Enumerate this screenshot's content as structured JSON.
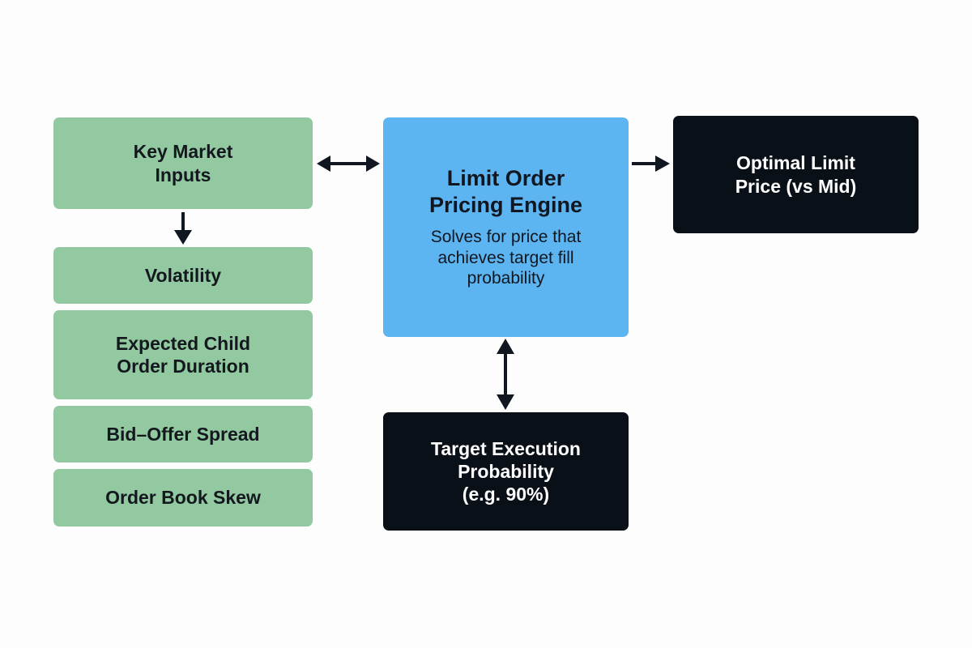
{
  "diagram": {
    "background_color": "#fdfdfd",
    "palette": {
      "input_green": "#93c9a0",
      "engine_blue": "#5cb4f1",
      "dark_navy": "#0a1018",
      "arrow_color": "#101720",
      "dark_text": "#13181f",
      "light_text": "#ffffff"
    },
    "inputs": {
      "header": {
        "label": "Key Market\nInputs",
        "color": "#93c9a0"
      },
      "items": [
        {
          "label": "Volatility",
          "color": "#93c9a0"
        },
        {
          "label": "Expected Child\nOrder Duration",
          "color": "#93c9a0"
        },
        {
          "label": "Bid–Offer Spread",
          "color": "#93c9a0"
        },
        {
          "label": "Order Book Skew",
          "color": "#93c9a0"
        }
      ]
    },
    "engine": {
      "title": "Limit Order\nPricing Engine",
      "subtitle": "Solves for price that\nachieves target fill\nprobability",
      "color": "#5cb4f1"
    },
    "output": {
      "label": "Optimal Limit\nPrice (vs Mid)",
      "color": "#0a1018"
    },
    "target": {
      "label": "Target Execution\nProbability\n(e.g. 90%)",
      "color": "#0a1018"
    },
    "connectors": [
      {
        "name": "inputs-to-engine",
        "direction": "bidirectional",
        "orientation": "horizontal"
      },
      {
        "name": "engine-to-output",
        "direction": "forward",
        "orientation": "horizontal"
      },
      {
        "name": "engine-to-target",
        "direction": "bidirectional",
        "orientation": "vertical"
      },
      {
        "name": "inputs-to-detail",
        "direction": "forward",
        "orientation": "vertical"
      }
    ]
  }
}
